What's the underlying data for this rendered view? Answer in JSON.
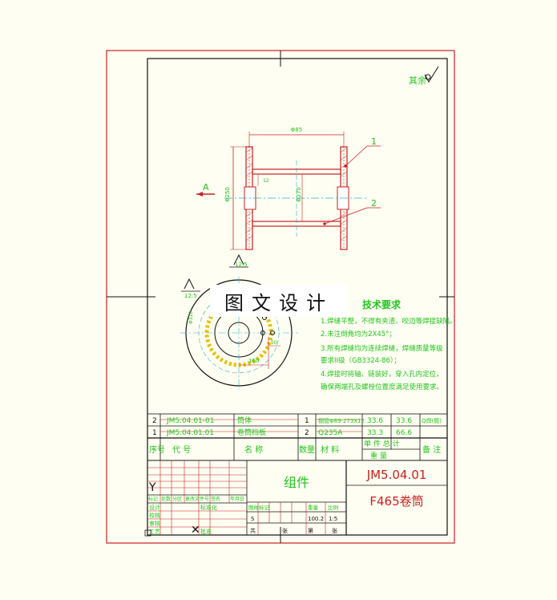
{
  "roughness_other": "其余",
  "balloons": [
    "1",
    "2"
  ],
  "section_label": "A",
  "dimensions": {
    "length": "Φ85",
    "outer_dia": "Φ250",
    "inner_dia": "Φ270",
    "flange_thk": "12",
    "roughness_a": "12.5",
    "roughness_b": "12.5",
    "radius": "160",
    "small": "50"
  },
  "tech_req": {
    "title": "技术要求",
    "items": [
      "1.焊缝平整，不得有夹渣、咬边等焊接缺陷。",
      "2.未注倒角均为2X45°；",
      "3.所有焊缝均为连续焊缝，焊缝质量等级",
      "  要求II级（GB3324-86）；",
      "4.焊接时将轴、链装好，穿入孔内定位，",
      "  确保两端孔及螺栓位置度满足使用要求。"
    ]
  },
  "bom": {
    "rows": [
      {
        "no": "2",
        "code": "JM5.04.01-01",
        "name": "筒体",
        "qty": "1",
        "material": "钢管Φ89-273X12",
        "unit_wt": "33.6",
        "total_wt": "33.6",
        "note": "Q焊(筒)"
      },
      {
        "no": "1",
        "code": "JM5.04.01.01",
        "name": "卷筒挡板",
        "qty": "2",
        "material": "Q235A",
        "unit_wt": "33.3",
        "total_wt": "66.6",
        "note": ""
      }
    ],
    "header": {
      "no": "序号",
      "code": "代    号",
      "name": "名    称",
      "qty": "数量",
      "material": "材  料",
      "weight_top": "单 件 总 计",
      "weight_bottom": "重    量",
      "note": "备 注"
    }
  },
  "title_block": {
    "assembly": "组件",
    "drawing_no": "JM5.04.01",
    "drawing_name": "F465卷筒",
    "left_labels": [
      "标记",
      "处数",
      "分区",
      "更改文件号",
      "签名",
      "年月日"
    ],
    "left_rows": [
      "设计",
      "校核",
      "审核",
      "工艺"
    ],
    "mid_labels": [
      "标准化",
      "批准"
    ],
    "stage_header": [
      "图样标记",
      "重量",
      "比例"
    ],
    "stage_values": [
      "S",
      "",
      "",
      "100.2",
      "1:5"
    ],
    "sheet": [
      "共",
      "张",
      "第",
      "张"
    ]
  },
  "watermark": "图文设计"
}
